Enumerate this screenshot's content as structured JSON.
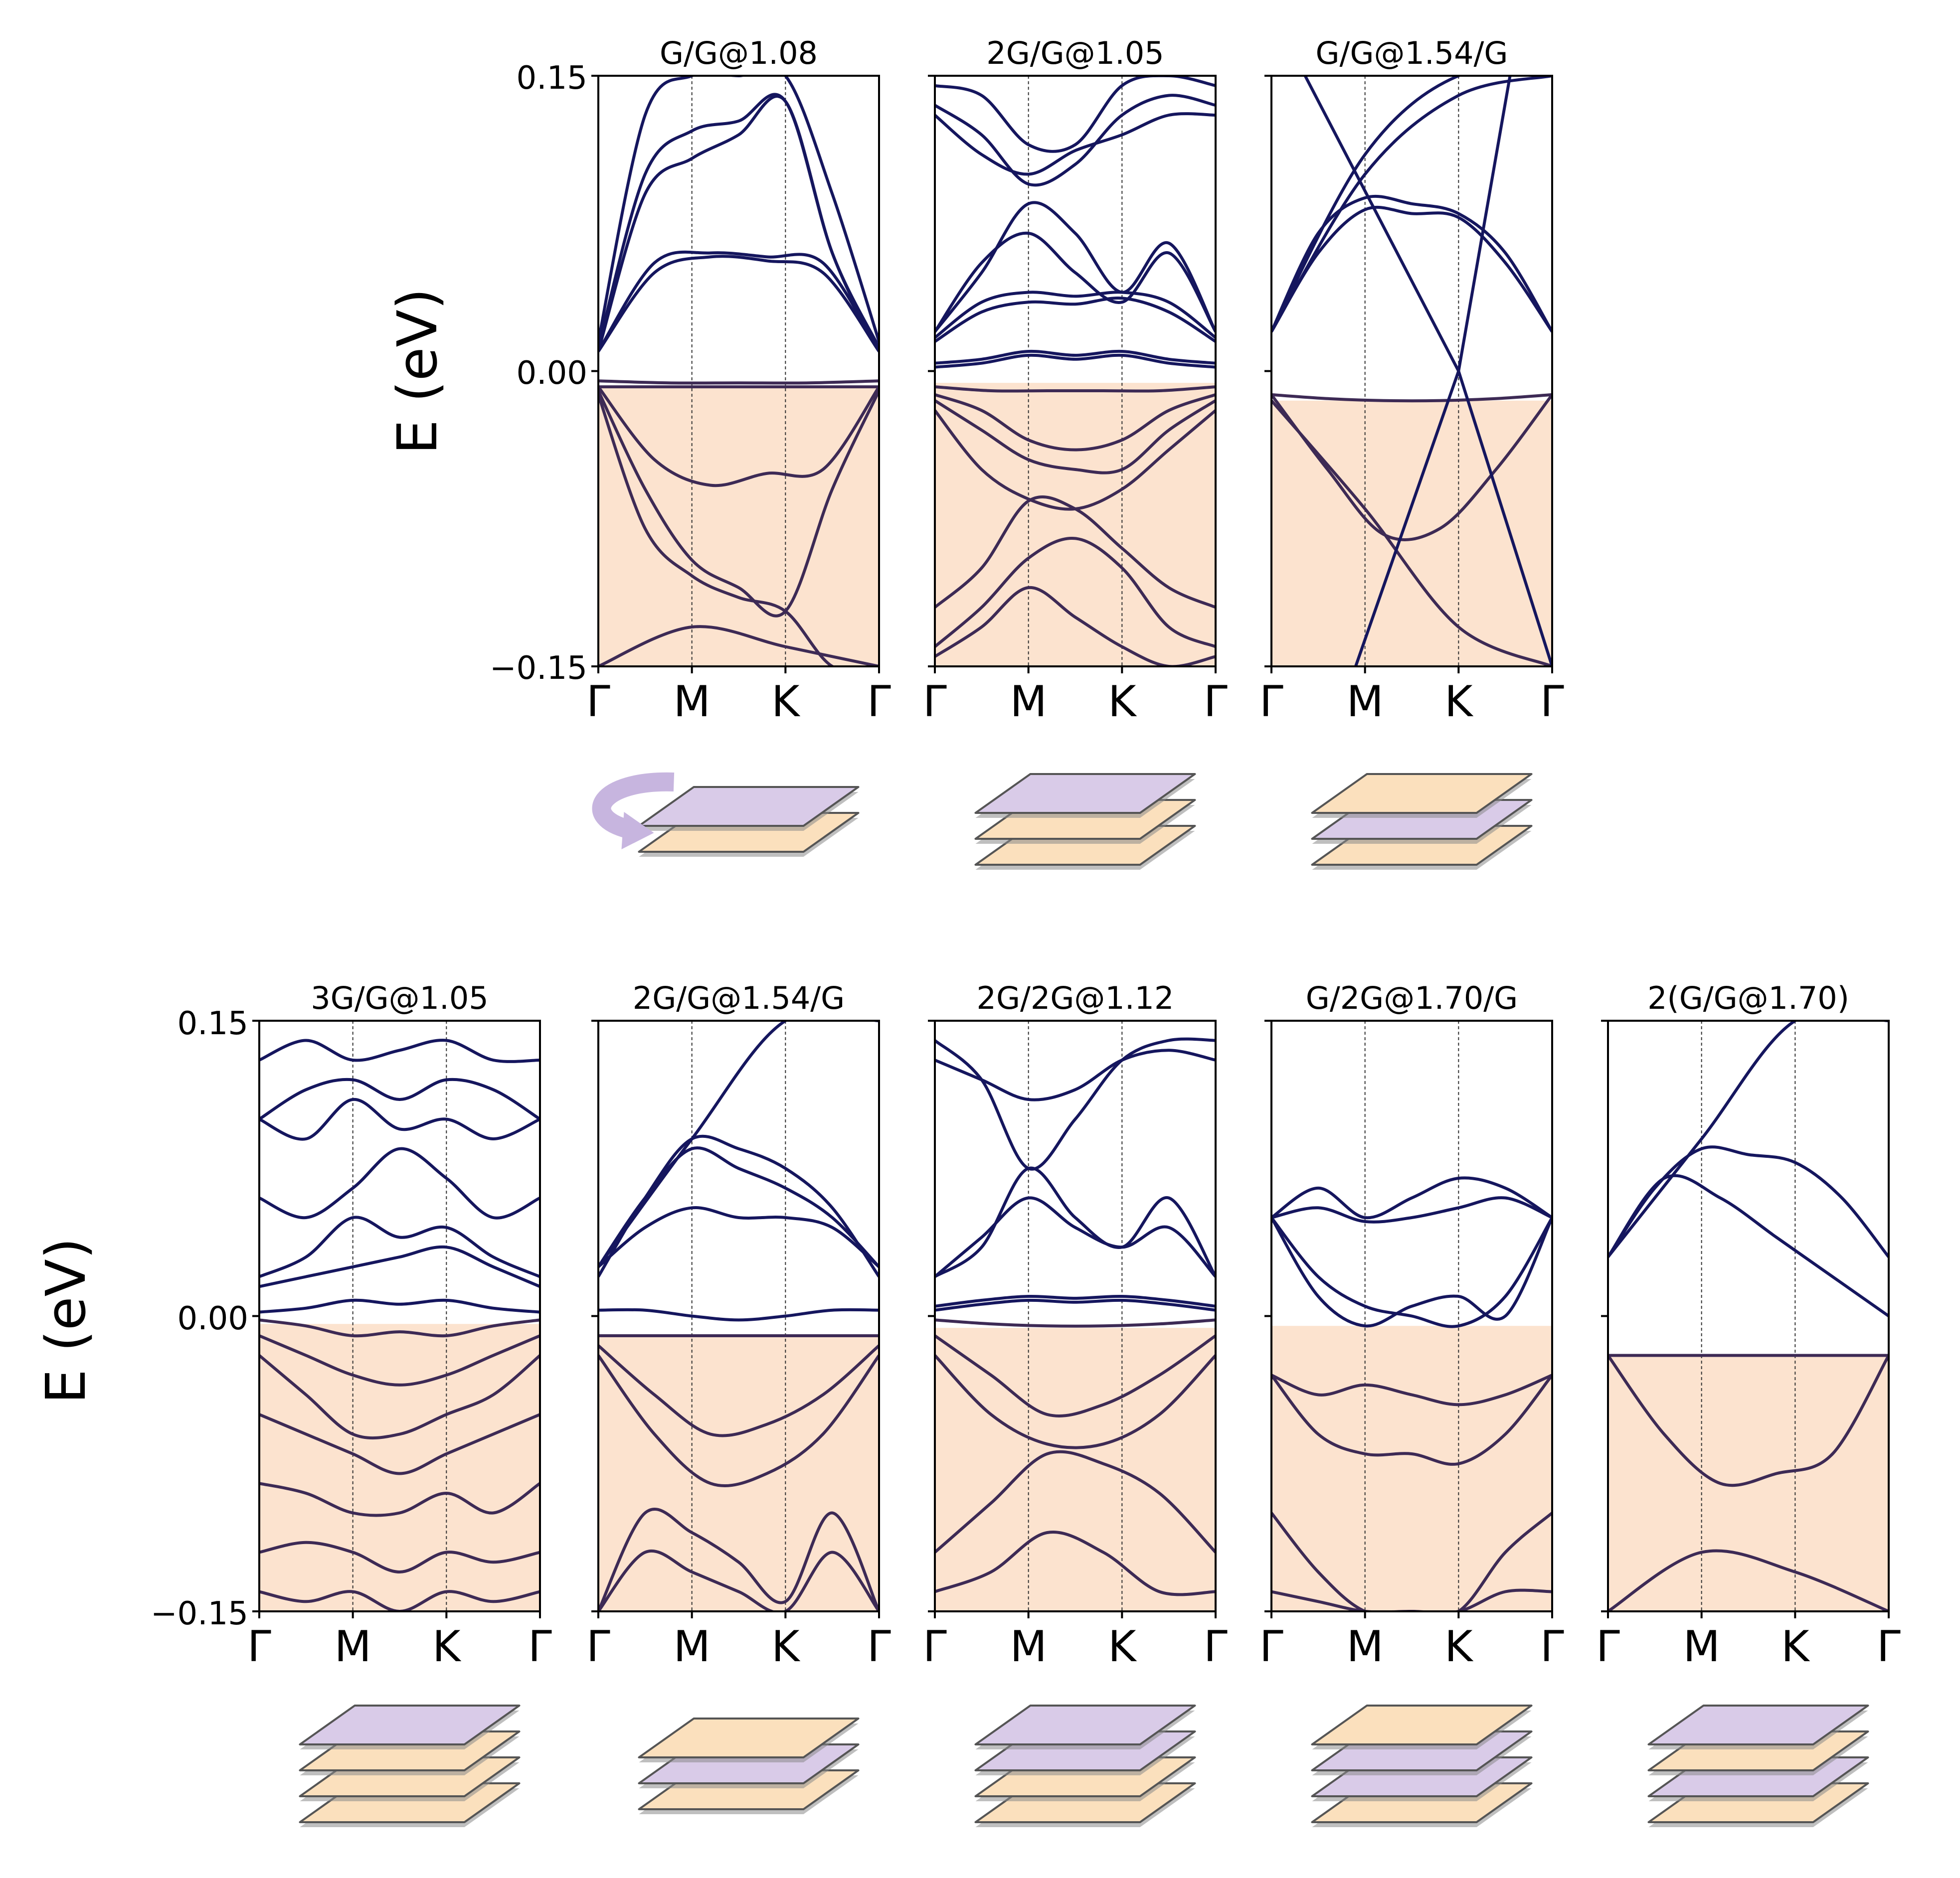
{
  "colors": {
    "conduction": "#15165e",
    "valence": "#3d2a55",
    "filled": "#fce3cf",
    "layer_purple": "#d9cbe8",
    "layer_orange": "#fbe0bd",
    "layer_edge": "#555555",
    "arrow": "#c7b5df"
  },
  "y_axis": {
    "label": "E (eV)",
    "ticks": [
      "0.15",
      "0.00",
      "−0.15"
    ],
    "ylim": [
      -0.15,
      0.15
    ]
  },
  "x_ticks": [
    "Γ",
    "M",
    "K",
    "Γ"
  ],
  "chart_data": [
    {
      "type": "line",
      "title": "G/G@1.08",
      "ylim": [
        -0.15,
        0.15
      ],
      "layers": [
        "purple",
        "orange"
      ],
      "rotation_arrow": true,
      "fermi_gap": [
        0.005,
        -0.008
      ],
      "conduction": [
        [
          0.01,
          0.055,
          0.06,
          0.058,
          0.055,
          0.01
        ],
        [
          0.01,
          0.05,
          0.058,
          0.056,
          0.05,
          0.01
        ],
        [
          0.01,
          0.09,
          0.108,
          0.12,
          0.137,
          0.06,
          0.01
        ],
        [
          0.012,
          0.1,
          0.122,
          0.127,
          0.137,
          0.06,
          0.012
        ],
        [
          0.015,
          0.13,
          0.15,
          0.15,
          0.15,
          0.09,
          0.015
        ]
      ],
      "valence": [
        [
          -0.005,
          -0.006,
          -0.006,
          -0.006,
          -0.005
        ],
        [
          -0.008,
          -0.008,
          -0.008,
          -0.008,
          -0.008
        ],
        [
          -0.008,
          -0.045,
          -0.058,
          -0.052,
          -0.05,
          -0.008
        ],
        [
          -0.01,
          -0.06,
          -0.096,
          -0.11,
          -0.122,
          -0.06,
          -0.01
        ],
        [
          -0.012,
          -0.08,
          -0.104,
          -0.115,
          -0.122,
          -0.15,
          -0.15
        ],
        [
          -0.15,
          -0.13,
          -0.14,
          -0.15
        ]
      ]
    },
    {
      "type": "line",
      "title": "2G/G@1.05",
      "ylim": [
        -0.15,
        0.15
      ],
      "layers": [
        "purple",
        "orange",
        "orange"
      ],
      "rotation_arrow": false,
      "fermi_gap": [
        0.01,
        -0.006
      ],
      "conduction": [
        [
          0.015,
          0.03,
          0.035,
          0.034,
          0.037,
          0.03,
          0.015
        ],
        [
          0.017,
          0.035,
          0.04,
          0.038,
          0.04,
          0.035,
          0.017
        ],
        [
          0.002,
          0.004,
          0.008,
          0.006,
          0.008,
          0.004,
          0.002
        ],
        [
          0.004,
          0.006,
          0.01,
          0.008,
          0.01,
          0.006,
          0.004
        ],
        [
          0.02,
          0.05,
          0.085,
          0.07,
          0.04,
          0.065,
          0.02
        ],
        [
          0.02,
          0.055,
          0.07,
          0.05,
          0.035,
          0.06,
          0.02
        ],
        [
          0.13,
          0.11,
          0.1,
          0.112,
          0.12,
          0.13,
          0.13
        ],
        [
          0.135,
          0.12,
          0.095,
          0.105,
          0.13,
          0.14,
          0.135
        ],
        [
          0.145,
          0.14,
          0.115,
          0.115,
          0.145,
          0.15,
          0.145
        ]
      ],
      "valence": [
        [
          -0.008,
          -0.01,
          -0.01,
          -0.01,
          -0.01,
          -0.008
        ],
        [
          -0.012,
          -0.02,
          -0.035,
          -0.04,
          -0.035,
          -0.02,
          -0.012
        ],
        [
          -0.015,
          -0.03,
          -0.045,
          -0.05,
          -0.05,
          -0.03,
          -0.015
        ],
        [
          -0.02,
          -0.05,
          -0.065,
          -0.07,
          -0.06,
          -0.04,
          -0.02
        ],
        [
          -0.12,
          -0.1,
          -0.066,
          -0.07,
          -0.09,
          -0.11,
          -0.12
        ],
        [
          -0.14,
          -0.12,
          -0.095,
          -0.085,
          -0.1,
          -0.13,
          -0.14
        ],
        [
          -0.145,
          -0.13,
          -0.11,
          -0.125,
          -0.14,
          -0.15,
          -0.145
        ]
      ]
    },
    {
      "type": "line",
      "title": "G/G@1.54/G",
      "ylim": [
        -0.15,
        0.15
      ],
      "layers": [
        "orange",
        "purple",
        "orange"
      ],
      "rotation_arrow": false,
      "fermi_gap": [
        0.02,
        -0.015
      ],
      "conduction": [
        [
          0.02,
          0.07,
          0.088,
          0.085,
          0.08,
          0.06,
          0.02
        ],
        [
          0.02,
          0.06,
          0.082,
          0.08,
          0.078,
          0.055,
          0.02
        ],
        [
          0.02,
          0.1,
          0.14,
          0.15
        ],
        [
          0.02,
          0.11,
          0.15,
          0.15
        ]
      ],
      "valence": [
        [
          -0.012,
          -0.014,
          -0.015,
          -0.015,
          -0.014,
          -0.012
        ],
        [
          -0.012,
          -0.05,
          -0.083,
          -0.08,
          -0.05,
          -0.012
        ],
        [
          -0.015,
          -0.07,
          -0.13,
          -0.15
        ]
      ],
      "crossing": {
        "type": "dirac",
        "at": 0.0
      }
    },
    {
      "type": "line",
      "title": "3G/G@1.05",
      "ylim": [
        -0.15,
        0.15
      ],
      "layers": [
        "purple",
        "orange",
        "orange",
        "orange"
      ],
      "rotation_arrow": false,
      "fermi_gap": [
        0.004,
        -0.004
      ],
      "conduction": [
        [
          0.015,
          0.02,
          0.025,
          0.03,
          0.035,
          0.025,
          0.015
        ],
        [
          0.02,
          0.03,
          0.05,
          0.04,
          0.045,
          0.03,
          0.02
        ],
        [
          0.002,
          0.004,
          0.008,
          0.006,
          0.008,
          0.004,
          0.002
        ],
        [
          0.06,
          0.05,
          0.065,
          0.085,
          0.07,
          0.05,
          0.06
        ],
        [
          0.1,
          0.09,
          0.11,
          0.095,
          0.1,
          0.09,
          0.1
        ],
        [
          0.1,
          0.115,
          0.12,
          0.11,
          0.12,
          0.115,
          0.1
        ],
        [
          0.13,
          0.14,
          0.13,
          0.135,
          0.14,
          0.13,
          0.13
        ]
      ],
      "valence": [
        [
          -0.002,
          -0.005,
          -0.01,
          -0.008,
          -0.01,
          -0.005,
          -0.002
        ],
        [
          -0.01,
          -0.02,
          -0.03,
          -0.035,
          -0.03,
          -0.02,
          -0.01
        ],
        [
          -0.02,
          -0.04,
          -0.06,
          -0.06,
          -0.05,
          -0.04,
          -0.02
        ],
        [
          -0.05,
          -0.06,
          -0.07,
          -0.08,
          -0.07,
          -0.06,
          -0.05
        ],
        [
          -0.085,
          -0.09,
          -0.1,
          -0.1,
          -0.09,
          -0.1,
          -0.085
        ],
        [
          -0.12,
          -0.115,
          -0.12,
          -0.13,
          -0.12,
          -0.125,
          -0.12
        ],
        [
          -0.14,
          -0.145,
          -0.14,
          -0.15,
          -0.14,
          -0.145,
          -0.14
        ]
      ]
    },
    {
      "type": "line",
      "title": "2G/G@1.54/G",
      "ylim": [
        -0.15,
        0.15
      ],
      "layers": [
        "orange",
        "purple",
        "orange"
      ],
      "rotation_arrow": false,
      "fermi_gap": [
        0.0,
        -0.01
      ],
      "conduction": [
        [
          0.025,
          0.045,
          0.055,
          0.05,
          0.05,
          0.045,
          0.025
        ],
        [
          0.025,
          0.06,
          0.085,
          0.075,
          0.065,
          0.05,
          0.025
        ],
        [
          0.02,
          0.06,
          0.09,
          0.085,
          0.075,
          0.055,
          0.02
        ],
        [
          0.003,
          0.003,
          0.0,
          -0.002,
          0.0,
          0.003,
          0.003
        ],
        [
          0.025,
          0.09,
          0.15,
          0.15
        ]
      ],
      "valence": [
        [
          -0.01,
          -0.01,
          -0.01,
          -0.01,
          -0.01,
          -0.01
        ],
        [
          -0.015,
          -0.04,
          -0.06,
          -0.055,
          -0.04,
          -0.015
        ],
        [
          -0.02,
          -0.06,
          -0.085,
          -0.08,
          -0.06,
          -0.02
        ],
        [
          -0.15,
          -0.1,
          -0.11,
          -0.125,
          -0.145,
          -0.1,
          -0.15
        ],
        [
          -0.15,
          -0.12,
          -0.13,
          -0.14,
          -0.15,
          -0.12,
          -0.15
        ]
      ]
    },
    {
      "type": "line",
      "title": "2G/2G@1.12",
      "ylim": [
        -0.15,
        0.15
      ],
      "layers": [
        "purple",
        "purple",
        "orange",
        "orange"
      ],
      "rotation_arrow": false,
      "fermi_gap": [
        0.005,
        -0.006
      ],
      "conduction": [
        [
          0.02,
          0.035,
          0.075,
          0.05,
          0.035,
          0.06,
          0.02
        ],
        [
          0.02,
          0.04,
          0.06,
          0.045,
          0.035,
          0.045,
          0.02
        ],
        [
          0.003,
          0.006,
          0.008,
          0.007,
          0.008,
          0.006,
          0.003
        ],
        [
          0.005,
          0.008,
          0.01,
          0.009,
          0.01,
          0.008,
          0.005
        ],
        [
          0.13,
          0.12,
          0.11,
          0.115,
          0.13,
          0.135,
          0.13
        ],
        [
          0.14,
          0.12,
          0.075,
          0.1,
          0.13,
          0.14,
          0.14
        ]
      ],
      "valence": [
        [
          -0.002,
          -0.004,
          -0.005,
          -0.005,
          -0.004,
          -0.002
        ],
        [
          -0.01,
          -0.03,
          -0.05,
          -0.045,
          -0.03,
          -0.01
        ],
        [
          -0.02,
          -0.05,
          -0.065,
          -0.065,
          -0.05,
          -0.02
        ],
        [
          -0.12,
          -0.095,
          -0.07,
          -0.075,
          -0.09,
          -0.12
        ],
        [
          -0.14,
          -0.13,
          -0.11,
          -0.12,
          -0.14,
          -0.14
        ]
      ]
    },
    {
      "type": "line",
      "title": "G/2G@1.70/G",
      "ylim": [
        -0.15,
        0.15
      ],
      "layers": [
        "orange",
        "purple",
        "purple",
        "orange"
      ],
      "rotation_arrow": false,
      "fermi_gap": [
        0.0,
        -0.005
      ],
      "conduction": [
        [
          0.05,
          0.065,
          0.05,
          0.06,
          0.07,
          0.065,
          0.05
        ],
        [
          0.05,
          0.055,
          0.048,
          0.05,
          0.055,
          0.06,
          0.05
        ],
        [
          0.05,
          0.01,
          -0.005,
          0.005,
          0.01,
          0.0,
          0.05
        ],
        [
          0.05,
          0.02,
          0.005,
          0.0,
          -0.005,
          0.01,
          0.05
        ]
      ],
      "valence": [
        [
          -0.03,
          -0.04,
          -0.035,
          -0.04,
          -0.045,
          -0.04,
          -0.03
        ],
        [
          -0.03,
          -0.06,
          -0.07,
          -0.07,
          -0.075,
          -0.06,
          -0.03
        ],
        [
          -0.1,
          -0.13,
          -0.15,
          -0.15,
          -0.15,
          -0.12,
          -0.1
        ],
        [
          -0.14,
          -0.145,
          -0.15,
          -0.15,
          -0.15,
          -0.14,
          -0.14
        ]
      ]
    },
    {
      "type": "line",
      "title": "2(G/G@1.70)",
      "ylim": [
        -0.15,
        0.15
      ],
      "layers": [
        "purple",
        "orange",
        "purple",
        "orange"
      ],
      "rotation_arrow": false,
      "fermi_gap": [
        0.02,
        -0.02
      ],
      "conduction": [
        [
          0.03,
          0.065,
          0.085,
          0.082,
          0.078,
          0.06,
          0.03
        ],
        [
          0.03,
          0.07,
          0.06,
          0.04,
          0.02,
          0.0
        ],
        [
          0.03,
          0.09,
          0.15,
          0.15
        ]
      ],
      "valence": [
        [
          -0.02,
          -0.02,
          -0.02,
          -0.02,
          -0.02,
          -0.02
        ],
        [
          -0.02,
          -0.06,
          -0.085,
          -0.08,
          -0.07,
          -0.02
        ],
        [
          -0.15,
          -0.12,
          -0.13,
          -0.15
        ]
      ]
    }
  ]
}
